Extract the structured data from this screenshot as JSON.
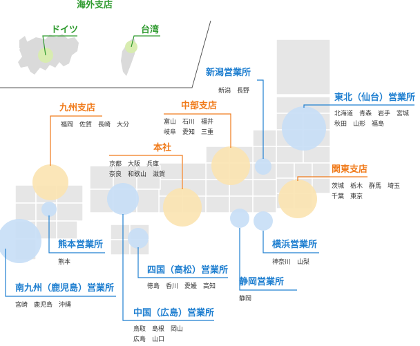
{
  "colors": {
    "tile": "#e6e6e6",
    "tile_line": "#ffffff",
    "land_abroad": "#dadada",
    "green": "#2e9a2e",
    "orange": "#f07a1a",
    "blue": "#1f7fd0",
    "circle_green": "#d8ecb0",
    "circle_orange": "#fbe3b0",
    "circle_blue": "#c6def6"
  },
  "overseas": {
    "heading": "海外支店",
    "germany": "ドイツ",
    "taiwan": "台湾"
  },
  "branches": [
    {
      "key": "kyushu",
      "name": "九州支店",
      "areas": [
        "福岡　佐賀　長崎　大分"
      ],
      "color": "orange"
    },
    {
      "key": "chubu",
      "name": "中部支店",
      "areas": [
        "富山　石川　福井",
        "岐阜　愛知　三重"
      ],
      "color": "orange"
    },
    {
      "key": "honsha",
      "name": "本社",
      "areas": [
        "京都　大阪　兵庫",
        "奈良　和歌山　滋賀"
      ],
      "color": "orange"
    },
    {
      "key": "kanto",
      "name": "関東支店",
      "areas": [
        "茨城　栃木　群馬　埼玉",
        "千葉　東京"
      ],
      "color": "orange"
    },
    {
      "key": "niigata",
      "name": "新潟営業所",
      "areas": [
        "新潟　長野"
      ],
      "color": "blue"
    },
    {
      "key": "tohoku",
      "name": "東北（仙台）営業所",
      "areas": [
        "北海道　青森　岩手　宮城",
        "秋田　山形　福島"
      ],
      "color": "blue"
    },
    {
      "key": "kumamoto",
      "name": "熊本営業所",
      "areas": [
        "熊本"
      ],
      "color": "blue"
    },
    {
      "key": "minamikyushu",
      "name": "南九州（鹿児島）営業所",
      "areas": [
        "宮崎　鹿児島　沖縄"
      ],
      "color": "blue"
    },
    {
      "key": "shikoku",
      "name": "四国（高松）営業所",
      "areas": [
        "徳島　香川　愛媛　高知"
      ],
      "color": "blue"
    },
    {
      "key": "chugoku",
      "name": "中国（広島）営業所",
      "areas": [
        "鳥取　島根　岡山",
        "広島　山口"
      ],
      "color": "blue"
    },
    {
      "key": "shizuoka",
      "name": "静岡営業所",
      "areas": [
        "静岡"
      ],
      "color": "blue"
    },
    {
      "key": "yokohama",
      "name": "横浜営業所",
      "areas": [
        "神奈川　山梨"
      ],
      "color": "blue"
    }
  ]
}
